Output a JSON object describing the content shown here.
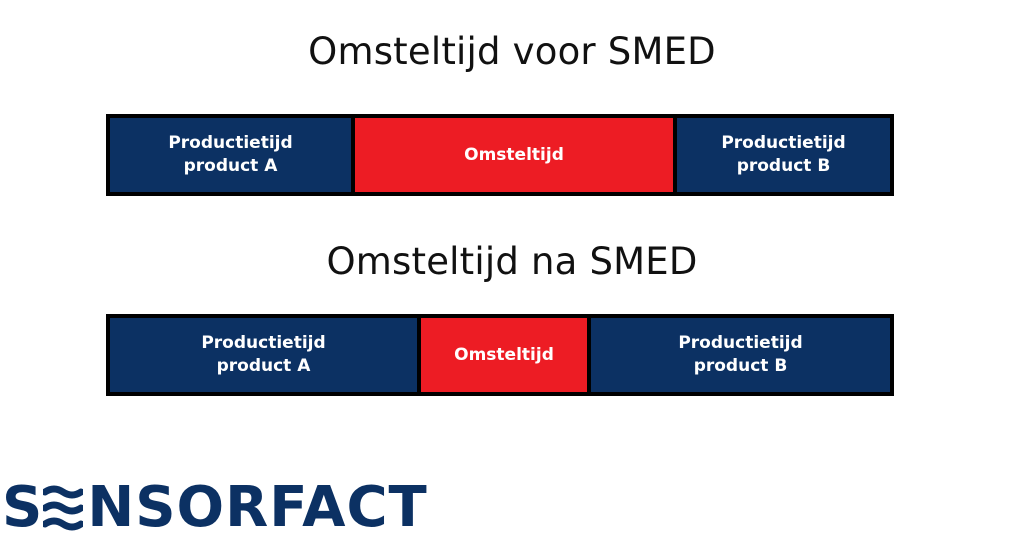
{
  "diagram": {
    "before": {
      "title": "Omsteltijd voor SMED",
      "segments": [
        {
          "label": "Productietijd\nproduct A",
          "kind": "production"
        },
        {
          "label": "Omsteltijd",
          "kind": "changeover"
        },
        {
          "label": "Productietijd\nproduct B",
          "kind": "production"
        }
      ]
    },
    "after": {
      "title": "Omsteltijd na SMED",
      "segments": [
        {
          "label": "Productietijd\nproduct A",
          "kind": "production"
        },
        {
          "label": "Omsteltijd",
          "kind": "changeover"
        },
        {
          "label": "Productietijd\nproduct B",
          "kind": "production"
        }
      ]
    }
  },
  "logo": {
    "text": "SENSORFACT",
    "rest": "NSORFACT"
  },
  "colors": {
    "production": "#0c3163",
    "changeover": "#ed1c24",
    "border": "#000000",
    "title": "#111111",
    "logo": "#0c3163"
  }
}
